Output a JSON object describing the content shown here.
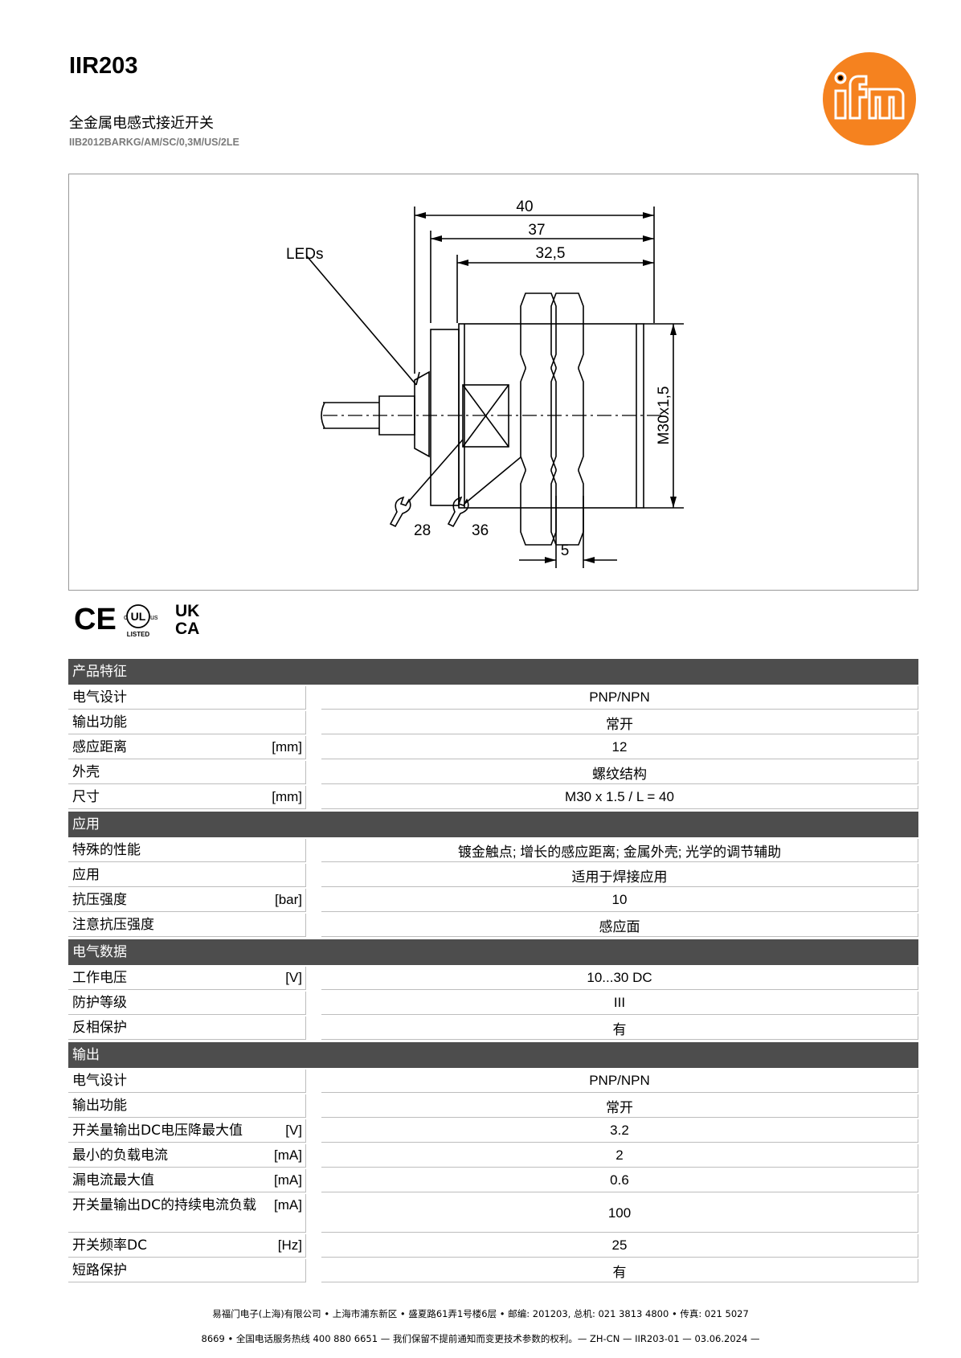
{
  "header": {
    "title": "IIR203",
    "subtitle": "全金属电感式接近开关",
    "article_code": "IIB2012BARKG/AM/SC/0,3M/US/2LE",
    "brand_color": "#f5821f"
  },
  "drawing": {
    "dim_total": "40",
    "dim_37": "37",
    "dim_32": "32,5",
    "leds_label": "LEDs",
    "thread_label": "M30x1,5",
    "wrench_a": "28",
    "wrench_b": "36",
    "nut_width": "5"
  },
  "certifications": {
    "ce": "CE",
    "ul_c": "c",
    "ul_mark": "UL",
    "ul_us": "us",
    "ul_listed": "LISTED",
    "ukca_top": "UK",
    "ukca_bottom": "CA"
  },
  "sections": [
    {
      "title": "产品特征",
      "rows": [
        {
          "label": "电气设计",
          "unit": "",
          "value": "PNP/NPN"
        },
        {
          "label": "输出功能",
          "unit": "",
          "value": "常开"
        },
        {
          "label": "感应距离",
          "unit": "[mm]",
          "value": "12"
        },
        {
          "label": "外壳",
          "unit": "",
          "value": "螺纹结构"
        },
        {
          "label": "尺寸",
          "unit": "[mm]",
          "value": "M30 x 1.5 / L = 40"
        }
      ]
    },
    {
      "title": "应用",
      "rows": [
        {
          "label": "特殊的性能",
          "unit": "",
          "value": "镀金触点; 增长的感应距离; 金属外壳; 光学的调节辅助"
        },
        {
          "label": "应用",
          "unit": "",
          "value": "适用于焊接应用"
        },
        {
          "label": "抗压强度",
          "unit": "[bar]",
          "value": "10"
        },
        {
          "label": "注意抗压强度",
          "unit": "",
          "value": "感应面"
        }
      ]
    },
    {
      "title": "电气数据",
      "rows": [
        {
          "label": "工作电压",
          "unit": "[V]",
          "value": "10...30 DC"
        },
        {
          "label": "防护等级",
          "unit": "",
          "value": "III"
        },
        {
          "label": "反相保护",
          "unit": "",
          "value": "有"
        }
      ]
    },
    {
      "title": "输出",
      "rows": [
        {
          "label": "电气设计",
          "unit": "",
          "value": "PNP/NPN"
        },
        {
          "label": "输出功能",
          "unit": "",
          "value": "常开"
        },
        {
          "label": "开关量输出DC电压降最大值",
          "unit": "[V]",
          "value": "3.2"
        },
        {
          "label": "最小的负载电流",
          "unit": "[mA]",
          "value": "2"
        },
        {
          "label": "漏电流最大值",
          "unit": "[mA]",
          "value": "0.6"
        },
        {
          "label": "开关量输出DC的持续电流负载",
          "unit": "[mA]",
          "value": "100"
        },
        {
          "label": "开关频率DC",
          "unit": "[Hz]",
          "value": "25"
        },
        {
          "label": "短路保护",
          "unit": "",
          "value": "有"
        }
      ]
    }
  ],
  "footer": {
    "line1": "易福门电子(上海)有限公司 • 上海市浦东新区 • 盛夏路61弄1号楼6层 • 邮编: 201203, 总机: 021 3813 4800 • 传真: 021 5027",
    "line2": "8669 • 全国电话服务热线 400 880 6651 — 我们保留不提前通知而变更技术参数的权利。— ZH-CN — IIR203-01 — 03.06.2024 —"
  }
}
